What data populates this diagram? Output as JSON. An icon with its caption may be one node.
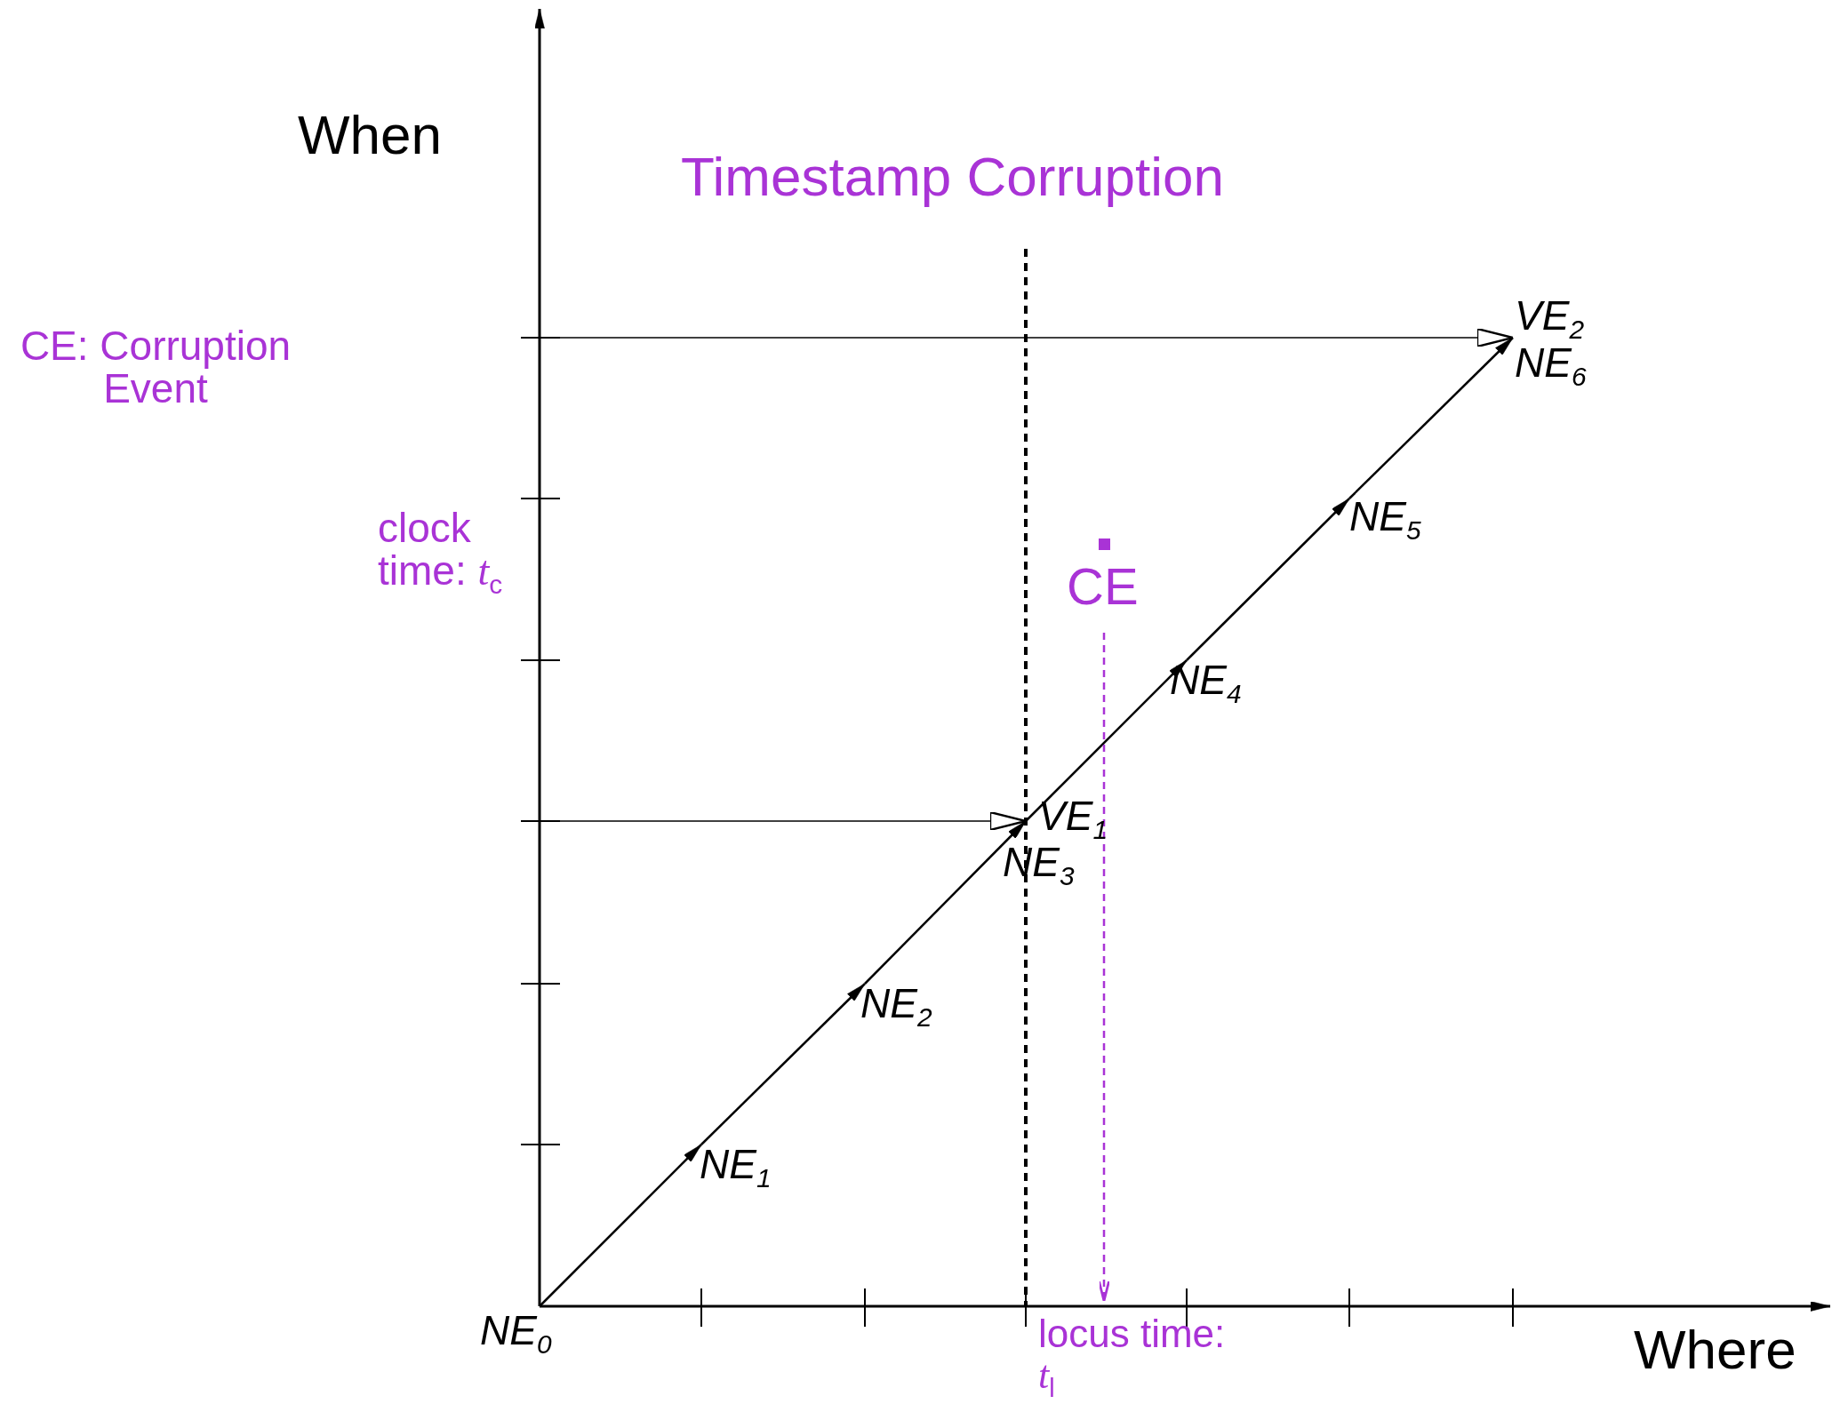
{
  "diagram": {
    "title": "Timestamp Corruption",
    "nodes": [
      {
        "text": [
          "VE$_{2}$"
        ]
      },
      {
        "text": [
          "NE$_{6}$"
        ]
      },
      {
        "text": [
          "NE$_{5}$"
        ]
      },
      {
        "text": [
          "CE"
        ]
      },
      {
        "text": [
          "NE$_{4}$"
        ]
      },
      {
        "text": [
          "VE$_{1}$"
        ]
      },
      {
        "text": [
          "NE$_{3}$"
        ]
      },
      {
        "text": [
          "NE$_{2}$"
        ]
      },
      {
        "text": [
          "NE$_{1}$"
        ]
      },
      {
        "text": [
          "NE$_{0}$"
        ]
      },
      {
        "text": [
          "locus time: *t*$_{l}$"
        ]
      }
    ],
    "edges": [
      {
        "from": 9,
        "to": 8,
        "arrow": "to"
      },
      {
        "from": 8,
        "to": 7,
        "arrow": "to"
      },
      {
        "from": 7,
        "to": 6,
        "arrow": "to"
      },
      {
        "from": 6,
        "to": 4,
        "arrow": "to"
      },
      {
        "from": 4,
        "to": 2,
        "arrow": "to"
      },
      {
        "from": 2,
        "to": 1,
        "arrow": "to"
      },
      {
        "from": null,
        "to": 0,
        "arrow": "to"
      },
      {
        "from": null,
        "to": 5,
        "arrow": "to"
      },
      {
        "from": 3,
        "to": 10,
        "arrow": "to",
        "style": "dashed",
        "color": "#a933d6"
      }
    ],
    "labels": [
      "When",
      "CE: Corruption Event",
      "clock time: *t*$_{c}$",
      "Where"
    ]
  }
}
